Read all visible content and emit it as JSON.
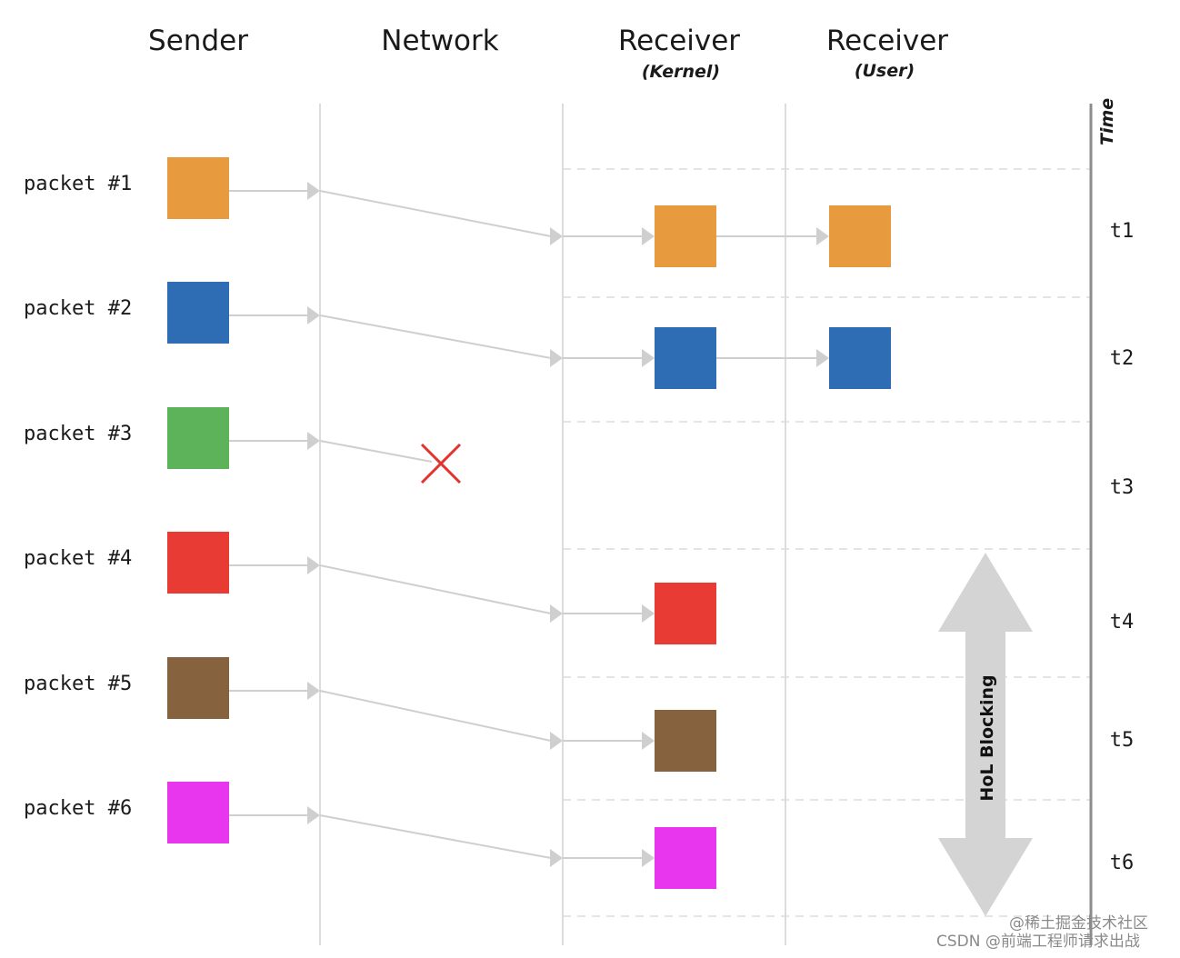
{
  "columns": {
    "sender": "Sender",
    "network": "Network",
    "receiver_kernel": {
      "title": "Receiver",
      "subtitle": "(Kernel)"
    },
    "receiver_user": {
      "title": "Receiver",
      "subtitle": "(User)"
    }
  },
  "time_axis_label": "Time",
  "hol_label": "HoL Blocking",
  "packets": [
    {
      "label": "packet #1",
      "color": "#E89A3F",
      "lost": false,
      "delivered_to_user": true
    },
    {
      "label": "packet #2",
      "color": "#2E6DB4",
      "lost": false,
      "delivered_to_user": true
    },
    {
      "label": "packet #3",
      "color": "#5CB35A",
      "lost": true,
      "delivered_to_user": false
    },
    {
      "label": "packet #4",
      "color": "#E83B33",
      "lost": false,
      "delivered_to_user": false
    },
    {
      "label": "packet #5",
      "color": "#86623E",
      "lost": false,
      "delivered_to_user": false
    },
    {
      "label": "packet #6",
      "color": "#E835EE",
      "lost": false,
      "delivered_to_user": false
    }
  ],
  "time_slots": [
    "t1",
    "t2",
    "t3",
    "t4",
    "t5",
    "t6"
  ],
  "colors": {
    "arrow": "#cfcfcf",
    "lane_line": "#dcdcdc",
    "lost_mark": "#e2332f",
    "hol_arrow": "#d4d4d4",
    "axis": "#8c8c8c"
  },
  "watermark": {
    "line1": "@稀土掘金技术社区",
    "line2": "CSDN @前端工程师请求出战"
  }
}
